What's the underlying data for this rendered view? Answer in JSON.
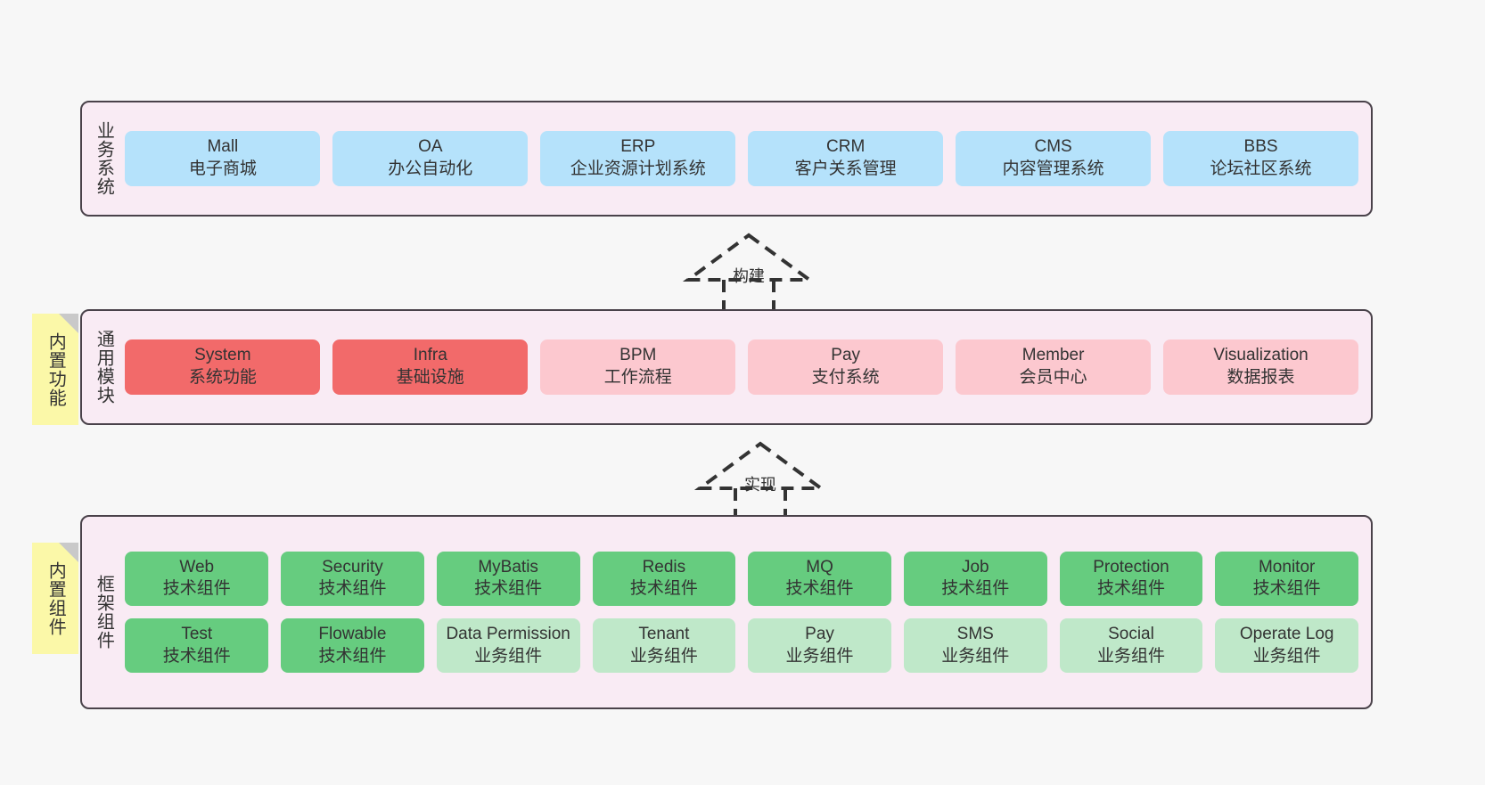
{
  "diagram": {
    "title": "架构图",
    "background": "#f7f7f7",
    "panel_fill": "#f9ebf4",
    "panel_border": "#4a424a"
  },
  "layers": [
    {
      "id": "business",
      "label": "业务系统",
      "sticky": null,
      "rows": [
        {
          "nodes": [
            {
              "en": "Mall",
              "cn": "电子商城",
              "style": "blue",
              "color": "#b5e2fb"
            },
            {
              "en": "OA",
              "cn": "办公自动化",
              "style": "blue",
              "color": "#b5e2fb"
            },
            {
              "en": "ERP",
              "cn": "企业资源计划系统",
              "style": "blue",
              "color": "#b5e2fb"
            },
            {
              "en": "CRM",
              "cn": "客户关系管理",
              "style": "blue",
              "color": "#b5e2fb"
            },
            {
              "en": "CMS",
              "cn": "内容管理系统",
              "style": "blue",
              "color": "#b5e2fb"
            },
            {
              "en": "BBS",
              "cn": "论坛社区系统",
              "style": "blue",
              "color": "#b5e2fb"
            }
          ]
        }
      ]
    },
    {
      "id": "modules",
      "label": "通用模块",
      "sticky": "内置功能",
      "rows": [
        {
          "nodes": [
            {
              "en": "System",
              "cn": "系统功能",
              "style": "red",
              "color": "#f26a6a"
            },
            {
              "en": "Infra",
              "cn": "基础设施",
              "style": "red",
              "color": "#f26a6a"
            },
            {
              "en": "BPM",
              "cn": "工作流程",
              "style": "pink",
              "color": "#fcc8cf"
            },
            {
              "en": "Pay",
              "cn": "支付系统",
              "style": "pink",
              "color": "#fcc8cf"
            },
            {
              "en": "Member",
              "cn": "会员中心",
              "style": "pink",
              "color": "#fcc8cf"
            },
            {
              "en": "Visualization",
              "cn": "数据报表",
              "style": "pink",
              "color": "#fcc8cf"
            }
          ]
        }
      ]
    },
    {
      "id": "framework",
      "label": "框架组件",
      "sticky": "内置组件",
      "rows": [
        {
          "nodes": [
            {
              "en": "Web",
              "cn": "技术组件",
              "style": "green",
              "color": "#66cc7f"
            },
            {
              "en": "Security",
              "cn": "技术组件",
              "style": "green",
              "color": "#66cc7f"
            },
            {
              "en": "MyBatis",
              "cn": "技术组件",
              "style": "green",
              "color": "#66cc7f"
            },
            {
              "en": "Redis",
              "cn": "技术组件",
              "style": "green",
              "color": "#66cc7f"
            },
            {
              "en": "MQ",
              "cn": "技术组件",
              "style": "green",
              "color": "#66cc7f"
            },
            {
              "en": "Job",
              "cn": "技术组件",
              "style": "green",
              "color": "#66cc7f"
            },
            {
              "en": "Protection",
              "cn": "技术组件",
              "style": "green",
              "color": "#66cc7f"
            },
            {
              "en": "Monitor",
              "cn": "技术组件",
              "style": "green",
              "color": "#66cc7f"
            }
          ]
        },
        {
          "nodes": [
            {
              "en": "Test",
              "cn": "技术组件",
              "style": "green",
              "color": "#66cc7f"
            },
            {
              "en": "Flowable",
              "cn": "技术组件",
              "style": "green",
              "color": "#66cc7f"
            },
            {
              "en": "Data Permission",
              "cn": "业务组件",
              "style": "lightgreen",
              "color": "#bfe8c9"
            },
            {
              "en": "Tenant",
              "cn": "业务组件",
              "style": "lightgreen",
              "color": "#bfe8c9"
            },
            {
              "en": "Pay",
              "cn": "业务组件",
              "style": "lightgreen",
              "color": "#bfe8c9"
            },
            {
              "en": "SMS",
              "cn": "业务组件",
              "style": "lightgreen",
              "color": "#bfe8c9"
            },
            {
              "en": "Social",
              "cn": "业务组件",
              "style": "lightgreen",
              "color": "#bfe8c9"
            },
            {
              "en": "Operate Log",
              "cn": "业务组件",
              "style": "lightgreen",
              "color": "#bfe8c9"
            }
          ]
        }
      ]
    }
  ],
  "connectors": [
    {
      "id": "build",
      "label": "构建",
      "from": "modules",
      "to": "business",
      "style": "dashed-generalization"
    },
    {
      "id": "implement",
      "label": "实现",
      "from": "framework",
      "to": "modules",
      "style": "dashed-generalization"
    }
  ]
}
